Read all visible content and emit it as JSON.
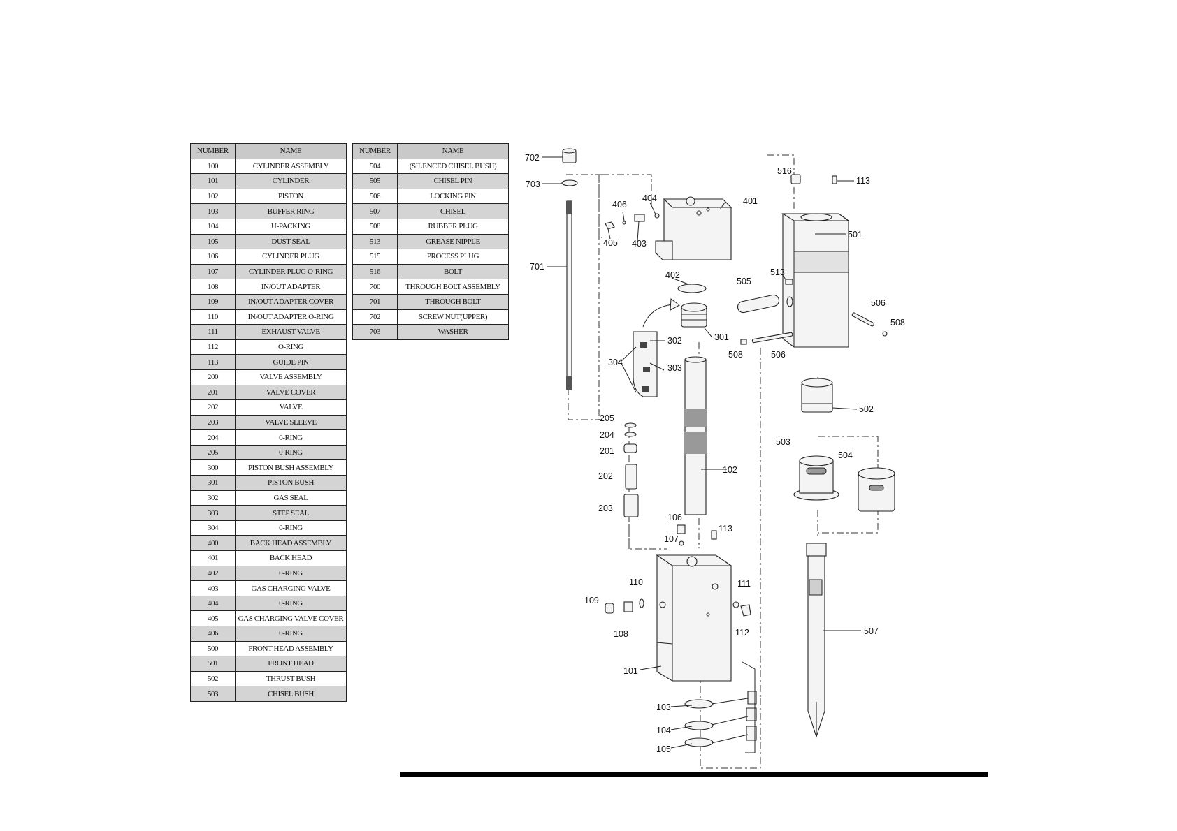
{
  "tables": {
    "left": {
      "headers": [
        "NUMBER",
        "NAME"
      ],
      "rows": [
        [
          "100",
          "CYLINDER ASSEMBLY"
        ],
        [
          "101",
          "CYLINDER"
        ],
        [
          "102",
          "PISTON"
        ],
        [
          "103",
          "BUFFER RING"
        ],
        [
          "104",
          "U-PACKING"
        ],
        [
          "105",
          "DUST SEAL"
        ],
        [
          "106",
          "CYLINDER PLUG"
        ],
        [
          "107",
          "CYLINDER PLUG O-RING"
        ],
        [
          "108",
          "IN/OUT ADAPTER"
        ],
        [
          "109",
          "IN/OUT ADAPTER COVER"
        ],
        [
          "110",
          "IN/OUT ADAPTER O-RING"
        ],
        [
          "111",
          "EXHAUST VALVE"
        ],
        [
          "112",
          "O-RING"
        ],
        [
          "113",
          "GUIDE PIN"
        ],
        [
          "200",
          "VALVE ASSEMBLY"
        ],
        [
          "201",
          "VALVE COVER"
        ],
        [
          "202",
          "VALVE"
        ],
        [
          "203",
          "VALVE SLEEVE"
        ],
        [
          "204",
          "0-RING"
        ],
        [
          "205",
          "0-RING"
        ],
        [
          "300",
          "PISTON BUSH ASSEMBLY"
        ],
        [
          "301",
          "PISTON BUSH"
        ],
        [
          "302",
          "GAS SEAL"
        ],
        [
          "303",
          "STEP SEAL"
        ],
        [
          "304",
          "0-RING"
        ],
        [
          "400",
          "BACK HEAD ASSEMBLY"
        ],
        [
          "401",
          "BACK HEAD"
        ],
        [
          "402",
          "0-RING"
        ],
        [
          "403",
          "GAS CHARGING VALVE"
        ],
        [
          "404",
          "0-RING"
        ],
        [
          "405",
          "GAS CHARGING VALVE COVER"
        ],
        [
          "406",
          "0-RING"
        ],
        [
          "500",
          "FRONT HEAD ASSEMBLY"
        ],
        [
          "501",
          "FRONT HEAD"
        ],
        [
          "502",
          "THRUST BUSH"
        ],
        [
          "503",
          "CHISEL BUSH"
        ]
      ]
    },
    "right": {
      "headers": [
        "NUMBER",
        "NAME"
      ],
      "rows": [
        [
          "504",
          "(SILENCED CHISEL BUSH)"
        ],
        [
          "505",
          "CHISEL PIN"
        ],
        [
          "506",
          "LOCKING PIN"
        ],
        [
          "507",
          "CHISEL"
        ],
        [
          "508",
          "RUBBER PLUG"
        ],
        [
          "513",
          "GREASE NIPPLE"
        ],
        [
          "515",
          "PROCESS PLUG"
        ],
        [
          "516",
          "BOLT"
        ],
        [
          "700",
          "THROUGH BOLT ASSEMBLY"
        ],
        [
          "701",
          "THROUGH BOLT"
        ],
        [
          "702",
          "SCREW NUT(UPPER)"
        ],
        [
          "703",
          "WASHER"
        ]
      ]
    }
  },
  "callouts": {
    "c702": "702",
    "c703": "703",
    "c701": "701",
    "c406": "406",
    "c404": "404",
    "c405": "405",
    "c403": "403",
    "c401": "401",
    "c402": "402",
    "c301": "301",
    "c302": "302",
    "c303": "303",
    "c304": "304",
    "c205": "205",
    "c204": "204",
    "c201": "201",
    "c202": "202",
    "c203": "203",
    "c102": "102",
    "c106": "106",
    "c107": "107",
    "c113a": "113",
    "c110": "110",
    "c111": "111",
    "c109": "109",
    "c108": "108",
    "c112": "112",
    "c101": "101",
    "c103": "103",
    "c104": "104",
    "c105": "105",
    "c516": "516",
    "c113b": "113",
    "c501": "501",
    "c513": "513",
    "c505": "505",
    "c506a": "506",
    "c508a": "508",
    "c508b": "508",
    "c506b": "506",
    "c502": "502",
    "c503": "503",
    "c504": "504",
    "c507": "507"
  }
}
